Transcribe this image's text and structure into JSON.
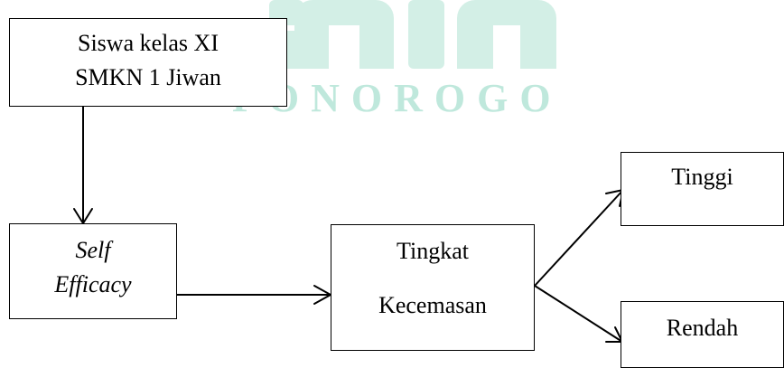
{
  "watermark": {
    "text": "PONOROGO",
    "color": "#bfe8dc"
  },
  "nodes": {
    "siswa": {
      "line1": "Siswa kelas XI",
      "line2": "SMKN 1 Jiwan"
    },
    "self_efficacy": {
      "line1": "Self",
      "line2": "Efficacy"
    },
    "tingkat_kecemasan": {
      "line1": "Tingkat",
      "line2": "Kecemasan"
    },
    "tinggi": {
      "label": "Tinggi"
    },
    "rendah": {
      "label": "Rendah"
    }
  },
  "edges": [
    {
      "from": "siswa",
      "to": "self_efficacy"
    },
    {
      "from": "self_efficacy",
      "to": "tingkat_kecemasan"
    },
    {
      "from": "tingkat_kecemasan",
      "to": "tinggi"
    },
    {
      "from": "tingkat_kecemasan",
      "to": "rendah"
    }
  ]
}
